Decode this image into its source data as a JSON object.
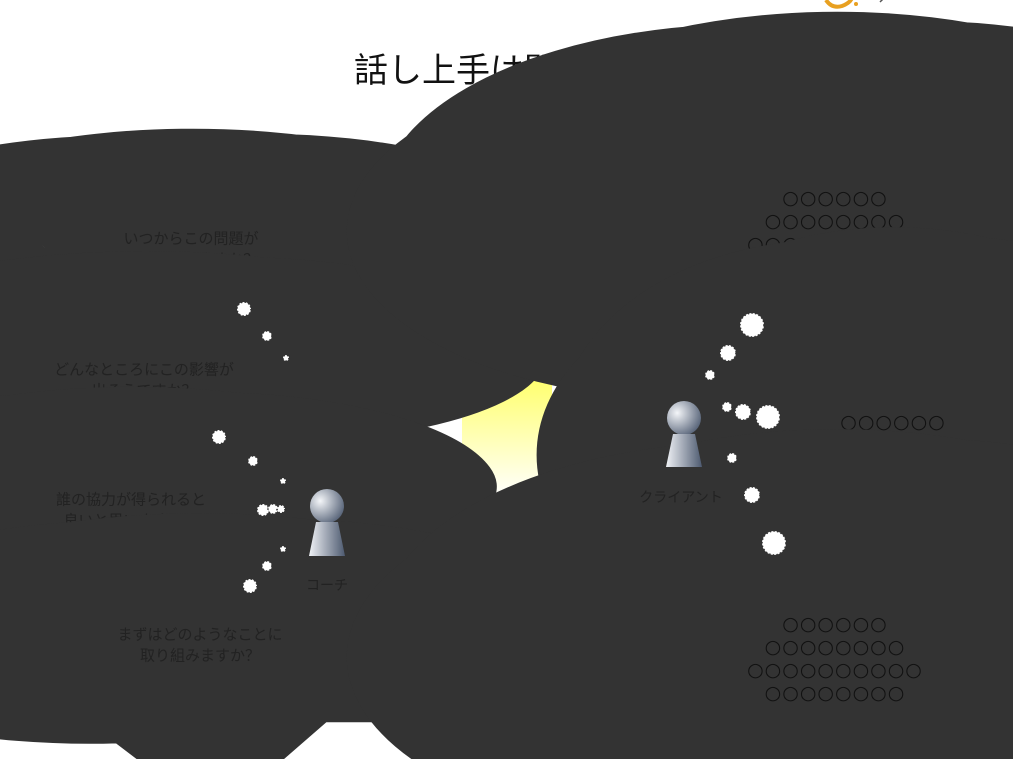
{
  "title": "話し上手は聞き上手",
  "coach": {
    "label": "コーチ",
    "questions": [
      [
        "いつからこの問題が",
        "発生していますか？"
      ],
      [
        "どんなところにこの影響が",
        "出そうですか？"
      ],
      [
        "誰の協力が得られると",
        "良いと思いますか？"
      ],
      [
        "まずはどのようなことに",
        "取り組みますか？"
      ]
    ]
  },
  "client": {
    "label": "クライアント",
    "thoughts": [
      [
        "○○○○○○",
        "○○○○○○○○",
        "○○○○○○○○○○",
        "○○○○○○○○"
      ],
      [
        "○○○○○○",
        "○○○○○○○○",
        "○○○○○○",
        "○○○○○○○○"
      ],
      [
        "○○○○○○",
        "○○○○○○○○",
        "○○○○○○○○○○",
        "○○○○○○○○"
      ]
    ]
  },
  "colors": {
    "bar_top": "#ffff00",
    "bar_mid": "#ffffff",
    "bar_bottom": "#ff9900",
    "figure_light": "#e6eaf0",
    "figure_dark": "#4d5a70",
    "logo": "#e8a020"
  }
}
